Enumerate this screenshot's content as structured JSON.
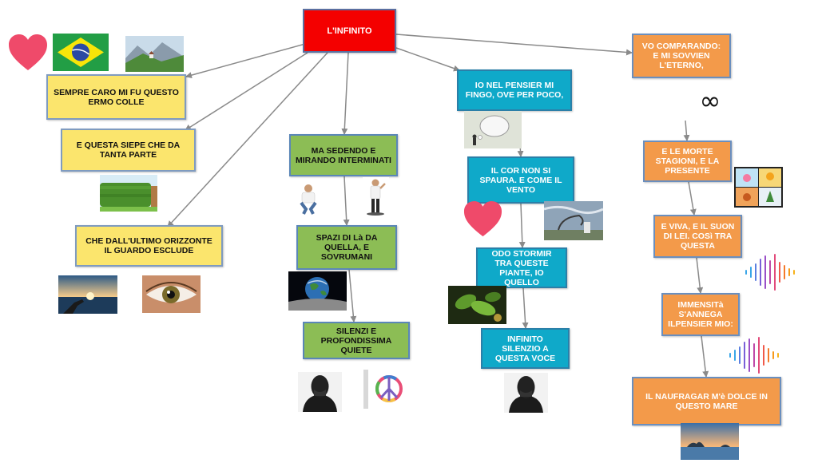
{
  "root": {
    "label": "L'INFINITO"
  },
  "nodes": {
    "y1": "SEMPRE CARO MI FU QUESTO ERMO COLLE",
    "y2": "E QUESTA SIEPE CHE DA TANTA PARTE",
    "y3": "CHE DALL'ULTIMO ORIZZONTE IL GUARDO ESCLUDE",
    "g1": "MA SEDENDO E MIRANDO INTERMINATI",
    "g2": "SPAZI DI Là DA QUELLA, E SOVRUMANI",
    "g3": "SILENZI E PROFONDISSIMA QUIETE",
    "c1": "IO NEL PENSIER MI FINGO, OVE PER POCO,",
    "c2": "IL COR NON SI SPAURA. E COME IL VENTO",
    "c3": "ODO STORMIR TRA QUESTE PIANTE, IO QUELLO",
    "c4": "INFINITO SILENZIO A QUESTA VOCE",
    "o1": "VO COMPARANDO: E MI SOVVIEN L'ETERNO,",
    "o2": "E LE MORTE STAGIONI, E LA PRESENTE",
    "o3": "E VIVA, E IL SUON DI LEI. COSì TRA QUESTA",
    "o4": "IMMENSITà S'ANNEGA ILPENSIER MIO:",
    "o5": "IL NAUFRAGAR M'è DOLCE IN QUESTO MARE"
  },
  "icons": {
    "infinity_symbol": "∞",
    "peace_symbol": "☮"
  },
  "colors": {
    "root": "#f40000",
    "yellow": "#fbe56d",
    "green": "#8cbd55",
    "cyan": "#0fa9c9",
    "orange": "#f39a4a",
    "heart": "#ef4a6a",
    "edge": "#8a8a8a"
  }
}
